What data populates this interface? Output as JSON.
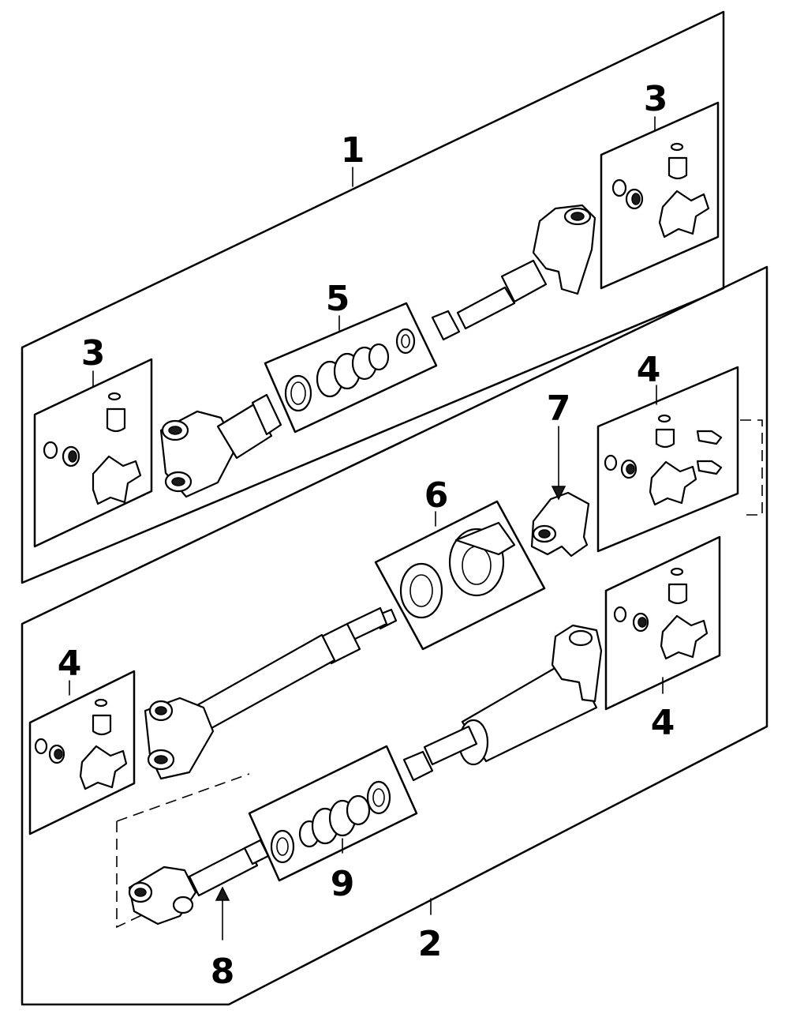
{
  "callouts": {
    "c1": "1",
    "c2": "2",
    "c3_right": "3",
    "c3_left": "3",
    "c4_upper_right": "4",
    "c4_lower_right": "4",
    "c4_left": "4",
    "c5": "5",
    "c6": "6",
    "c7": "7",
    "c8": "8",
    "c9": "9"
  }
}
